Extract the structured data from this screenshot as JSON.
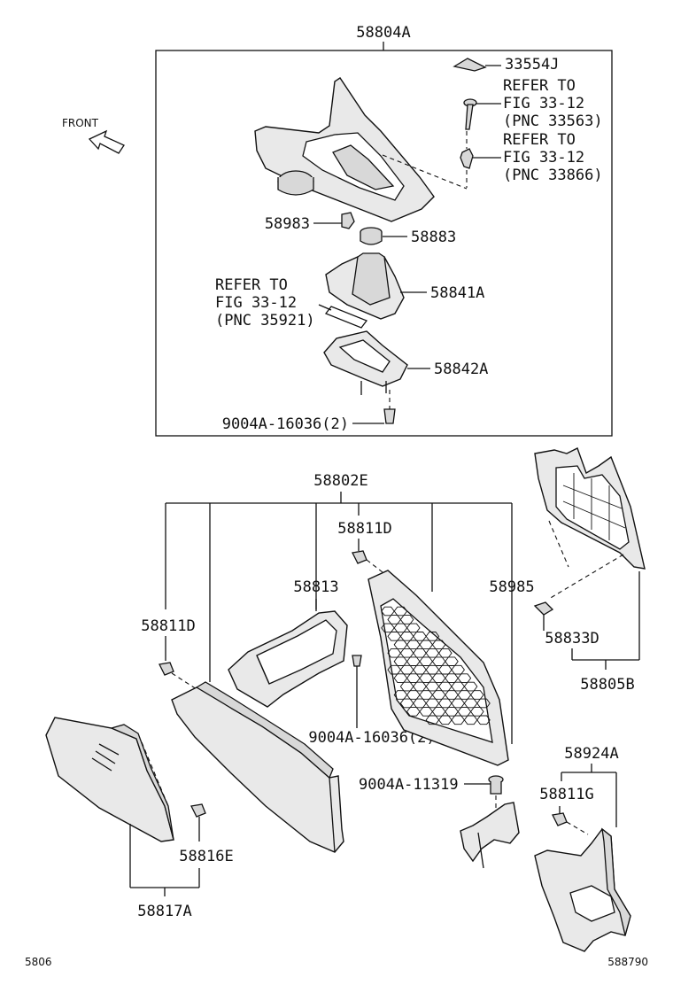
{
  "direction_label": "FRONT",
  "footer": {
    "left": "5806",
    "right": "588790"
  },
  "labels": {
    "assembly_top": "58804A",
    "p33554j": "33554J",
    "ref1": [
      "REFER TO",
      "FIG 33-12",
      "(PNC 33563)"
    ],
    "ref2": [
      "REFER TO",
      "FIG 33-12",
      "(PNC 33866)"
    ],
    "p58983": "58983",
    "p58883": "58883",
    "ref3": [
      "REFER TO",
      "FIG 33-12",
      "(PNC 35921)"
    ],
    "p58841a": "58841A",
    "p58842a": "58842A",
    "p9004a_16036_top": "9004A-16036(2)",
    "assembly_mid": "58802E",
    "p58811d_upper": "58811D",
    "p58813": "58813",
    "p58985": "58985",
    "p58811d_left": "58811D",
    "p58833d": "58833D",
    "p58805b": "58805B",
    "p9004a_16036_mid": "9004A-16036(2)",
    "p58924a": "58924A",
    "p9004a_11319": "9004A-11319",
    "p58811g": "58811G",
    "p58816e": "58816E",
    "p58817a": "58817A"
  }
}
